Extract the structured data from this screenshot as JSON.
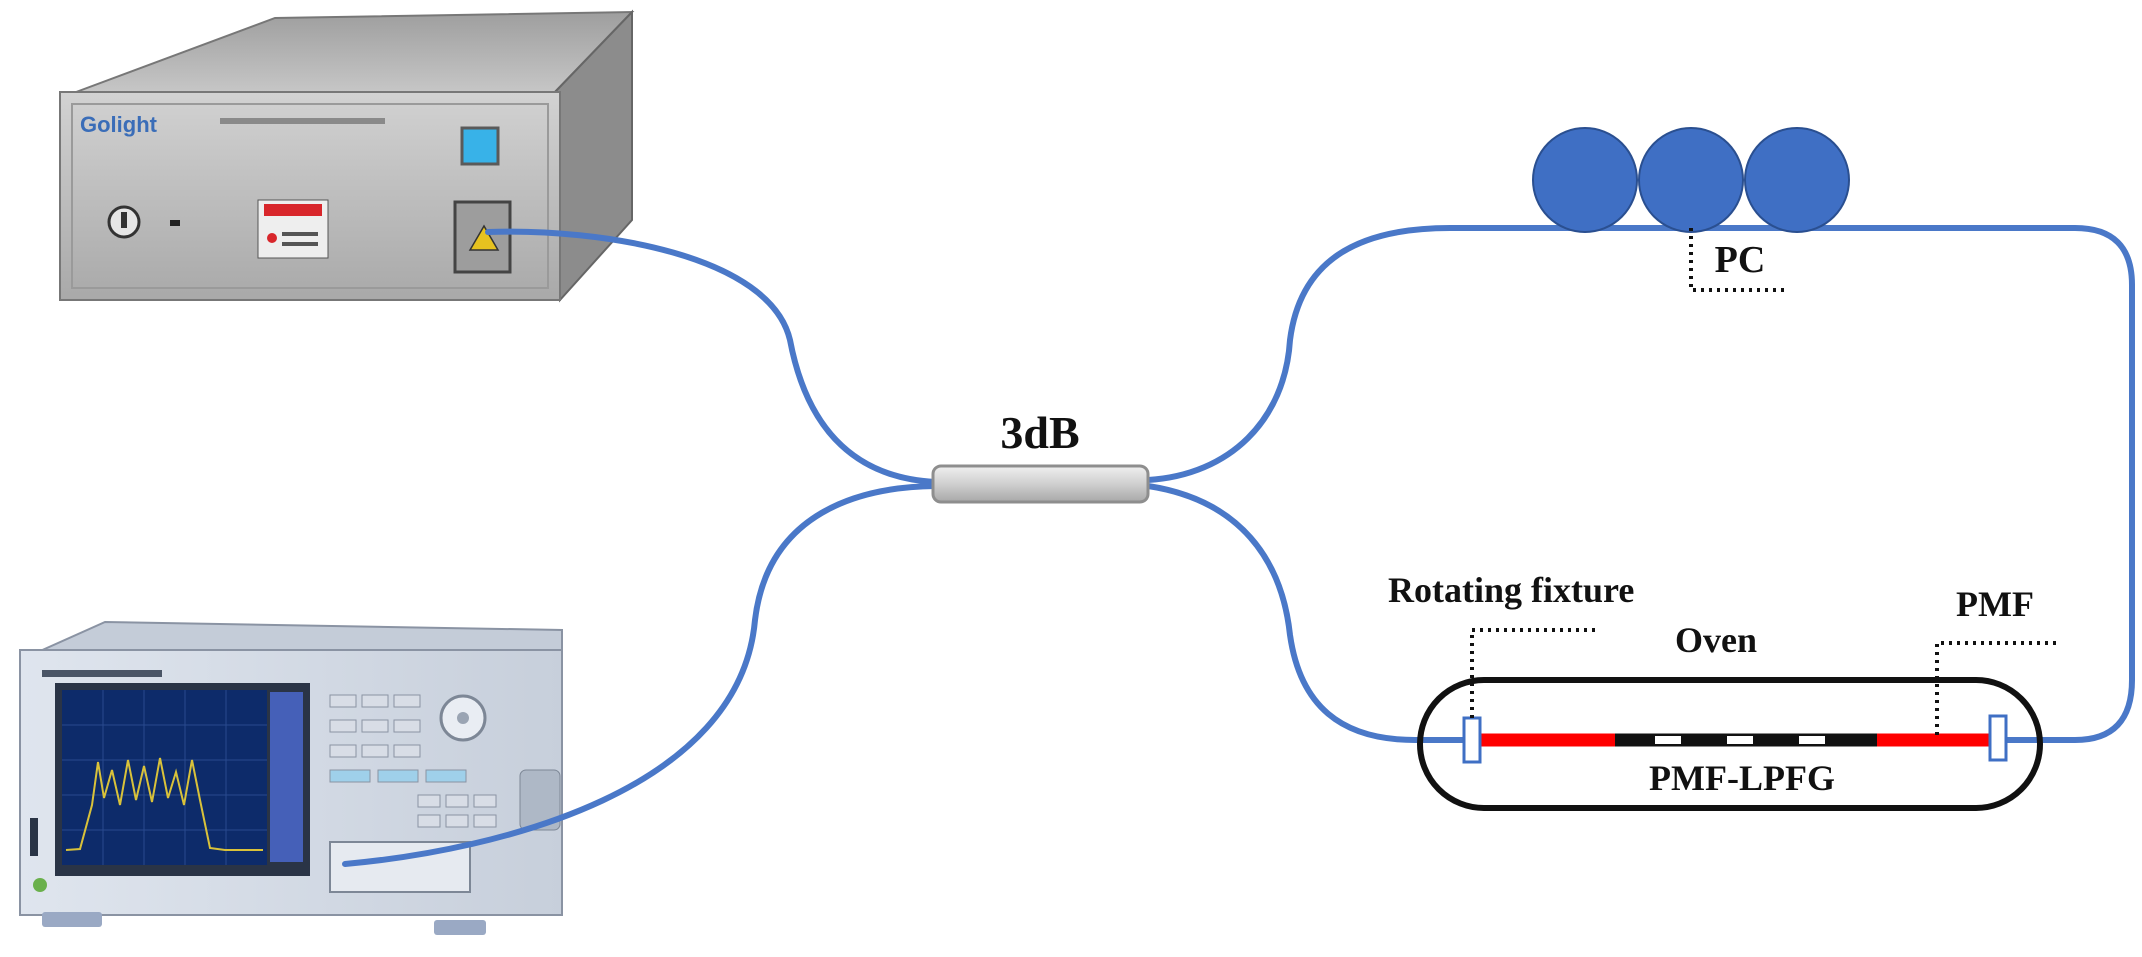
{
  "labels": {
    "coupler": "3dB",
    "polarization_controller": "PC",
    "rotating_fixture": "Rotating fixture",
    "oven": "Oven",
    "pmf": "PMF",
    "grating": "PMF-LPFG"
  },
  "instruments": {
    "light_source_brand": "Golight"
  },
  "colors": {
    "fiber": "#4a78c8",
    "pc_paddle": "#3f6fc4",
    "pmf_section": "#ff0000",
    "grating_section": "#111111",
    "oven_outline": "#111111",
    "coupler_body": "#d0d0d0",
    "instrument_body": "#b8b8b8",
    "osa_screen": "#0d2b6a",
    "osa_trace": "#d9c23a"
  }
}
